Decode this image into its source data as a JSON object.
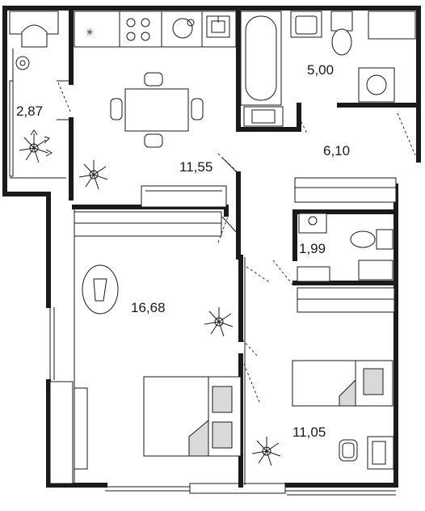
{
  "rooms": [
    {
      "id": "balcony",
      "area": "2,87"
    },
    {
      "id": "kitchen",
      "area": "11,55"
    },
    {
      "id": "bathroom",
      "area": "5,00"
    },
    {
      "id": "hall",
      "area": "6,10"
    },
    {
      "id": "wc",
      "area": "1,99"
    },
    {
      "id": "living",
      "area": "16,68"
    },
    {
      "id": "bedroom",
      "area": "11,05"
    }
  ],
  "colors": {
    "wall": "#1a1a1a",
    "fill": "#ffffff",
    "accent_gray": "#d9d9d9"
  }
}
